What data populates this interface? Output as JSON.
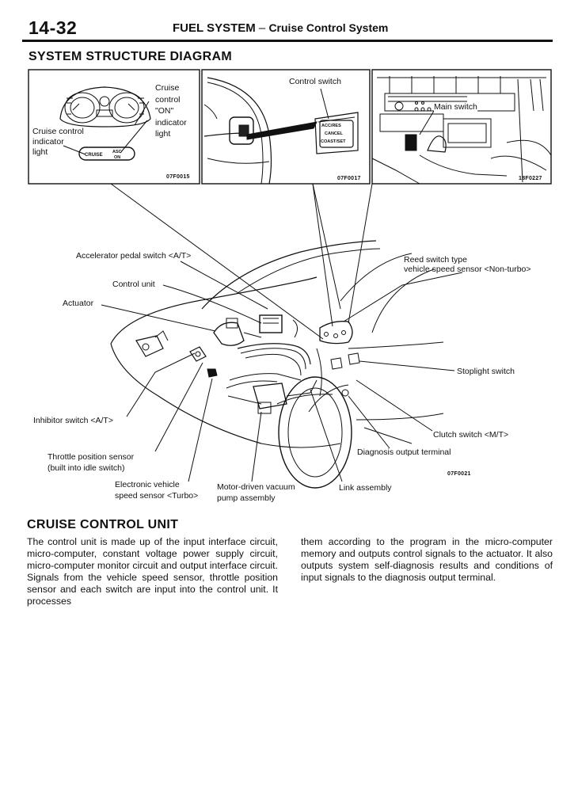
{
  "header": {
    "page_number": "14-32",
    "title_main": "FUEL SYSTEM",
    "title_separator": " – ",
    "title_sub": "Cruise Control System"
  },
  "section_title": "SYSTEM STRUCTURE DIAGRAM",
  "panels": {
    "meter": {
      "label_cruise_on": [
        "Cruise",
        "control",
        "\"ON\"",
        "indicator",
        "light"
      ],
      "label_indicator": [
        "Cruise control",
        "indicator",
        "light"
      ],
      "display_text": "CRUISE",
      "display_text2": "ASC",
      "display_text3": "ON",
      "code": "07F0015"
    },
    "control_switch": {
      "label": "Control switch",
      "switch_lines": [
        "ACC/RES",
        "CANCEL",
        "COAST/SET"
      ],
      "code": "07F0017"
    },
    "main_switch": {
      "label": "Main switch",
      "code": "18F0227"
    }
  },
  "main_diagram": {
    "labels": {
      "accelerator": "Accelerator pedal switch <A/T>",
      "control_unit": "Control unit",
      "actuator": "Actuator",
      "reed_1": "Reed switch type",
      "reed_2": "vehicle speed sensor <Non-turbo>",
      "stoplight": "Stoplight switch",
      "inhibitor": "Inhibitor switch <A/T>",
      "clutch": "Clutch switch <M/T>",
      "throttle_1": "Throttle position sensor",
      "throttle_2": "(built into idle switch)",
      "diagnosis": "Diagnosis output terminal",
      "evss_1": "Electronic vehicle",
      "evss_2": "speed sensor <Turbo>",
      "pump_1": "Motor-driven vacuum",
      "pump_2": "pump assembly",
      "link": "Link assembly"
    },
    "code": "07F0021"
  },
  "cruise_control_unit": {
    "title": "CRUISE CONTROL UNIT",
    "paragraph_left": "The control unit is made up of the input interface circuit, micro-computer, constant voltage power supply circuit, micro-computer monitor circuit and output interface circuit. Signals from the vehicle speed sensor, throttle position sensor and each switch are input into the control unit. It processes",
    "paragraph_right": "them according to the program in the micro-computer memory and outputs control signals to the actuator. It also outputs system self-diagnosis results and conditions of input signals to the diagnosis output terminal."
  }
}
